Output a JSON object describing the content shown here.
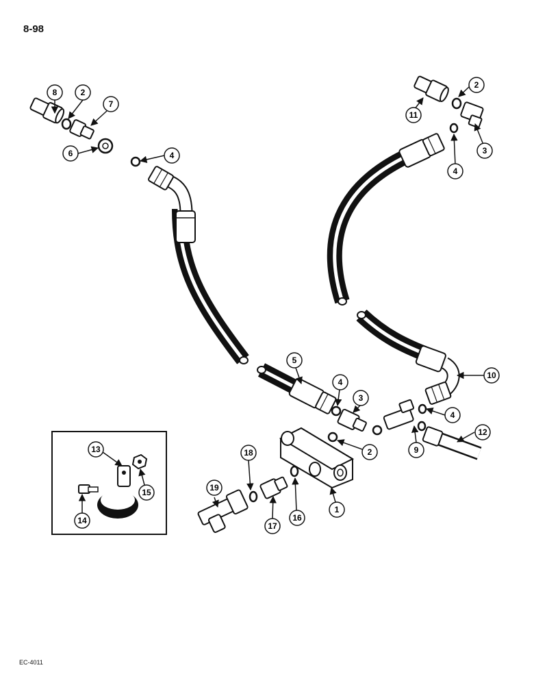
{
  "page_number": "8-98",
  "figure_code": "EC-4011",
  "callouts": [
    {
      "id": "c1",
      "label": "1"
    },
    {
      "id": "c2a",
      "label": "2"
    },
    {
      "id": "c2b",
      "label": "2"
    },
    {
      "id": "c2c",
      "label": "2"
    },
    {
      "id": "c3a",
      "label": "3"
    },
    {
      "id": "c3b",
      "label": "3"
    },
    {
      "id": "c4a",
      "label": "4"
    },
    {
      "id": "c4b",
      "label": "4"
    },
    {
      "id": "c4c",
      "label": "4"
    },
    {
      "id": "c4d",
      "label": "4"
    },
    {
      "id": "c5",
      "label": "5"
    },
    {
      "id": "c6",
      "label": "6"
    },
    {
      "id": "c7",
      "label": "7"
    },
    {
      "id": "c8",
      "label": "8"
    },
    {
      "id": "c9",
      "label": "9"
    },
    {
      "id": "c10",
      "label": "10"
    },
    {
      "id": "c11",
      "label": "11"
    },
    {
      "id": "c12",
      "label": "12"
    },
    {
      "id": "c13",
      "label": "13"
    },
    {
      "id": "c14",
      "label": "14"
    },
    {
      "id": "c15",
      "label": "15"
    },
    {
      "id": "c16",
      "label": "16"
    },
    {
      "id": "c17",
      "label": "17"
    },
    {
      "id": "c18",
      "label": "18"
    },
    {
      "id": "c19",
      "label": "19"
    }
  ]
}
